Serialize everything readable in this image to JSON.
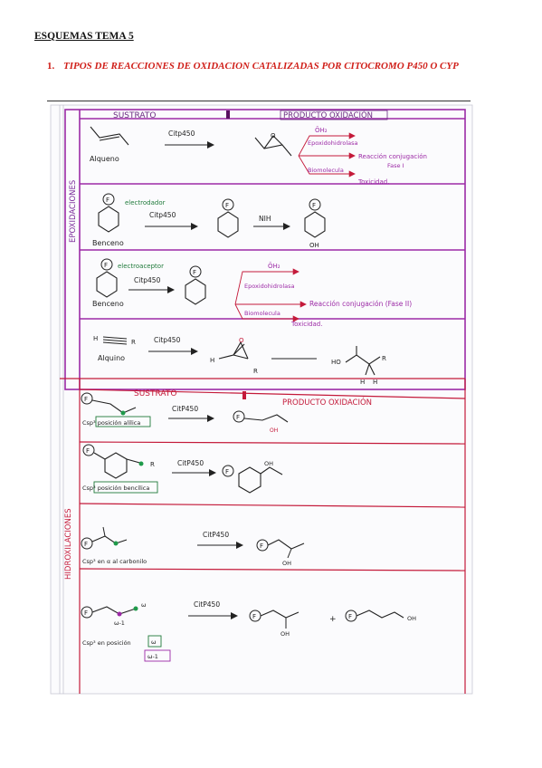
{
  "document": {
    "title": "ESQUEMAS TEMA 5",
    "section_number": "1.",
    "section_title": "TIPOS DE REACCIONES DE OXIDACION CATALIZADAS POR CITOCROMO P450 O CYP"
  },
  "table": {
    "header_sustrato": "SUSTRATO",
    "header_producto": "PRODUCTO OXIDACIÓN",
    "group_epoxidaciones": "EPOXIDACIONES",
    "group_hidroxilaciones": "HIDROXILACIONES",
    "rows": [
      {
        "substrate_name": "Alqueno",
        "reagent": "Citp450",
        "pathways": [
          "ŌH₂",
          "Epoxidohidrolasa",
          "Reacción conjugación",
          "Fase I",
          "Biomolecula",
          "Toxicidad."
        ]
      },
      {
        "substituent_label": "electrodador",
        "substrate_name": "Benceno",
        "reagent": "Citp450",
        "reagent2": "NIH",
        "product_label": "OH"
      },
      {
        "substituent_label": "electroaceptor",
        "substrate_name": "Benceno",
        "reagent": "Citp450",
        "pathways": [
          "ŌH₂",
          "Epoxidohidrolasa",
          "Reacción conjugación (Fase II)",
          "Biomolecula",
          "Toxicidad."
        ]
      },
      {
        "substrate_name": "Alquino",
        "reagent": "Citp450",
        "product_labels": [
          "H",
          "R",
          "HO",
          "R",
          "H",
          "H"
        ]
      },
      {
        "substrate_note": "Csp³ posición alílica",
        "reagent": "CitP450",
        "product_label": "OH"
      },
      {
        "substrate_note": "Csp³ posición bencílica",
        "reagent": "CitP450",
        "product_label": "OH"
      },
      {
        "substrate_note": "Csp³ en α al carbonilo",
        "reagent": "CitP450",
        "product_label": "OH"
      },
      {
        "substrate_labels": [
          "ω",
          "ω-1"
        ],
        "substrate_note": "Csp³ en posición",
        "note_boxes": [
          "ω",
          "ω-1"
        ],
        "reagent": "CitP450",
        "product_label": "OH",
        "plus": "+",
        "product2_label": "OH"
      }
    ]
  }
}
